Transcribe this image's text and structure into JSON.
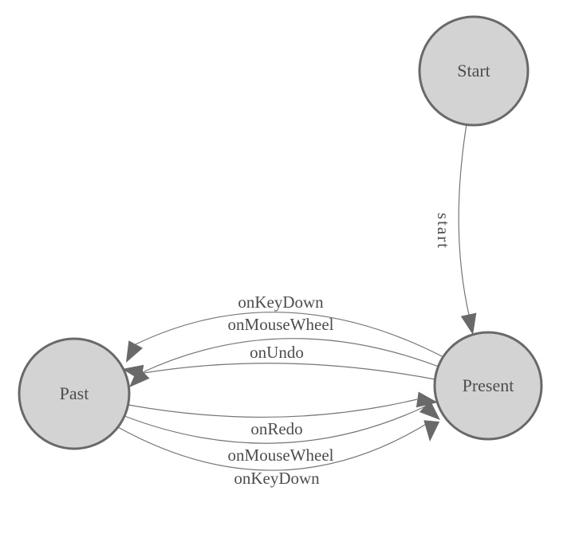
{
  "diagram": {
    "colors": {
      "background": "#ffffff",
      "node_fill": "#d3d3d3",
      "node_stroke": "#696969",
      "edge_line": "#757575",
      "arrow_fill": "#696969",
      "label_text": "#4d4d4d"
    },
    "nodes": [
      {
        "id": "start",
        "label": "Start"
      },
      {
        "id": "present",
        "label": "Present"
      },
      {
        "id": "past",
        "label": "Past"
      }
    ],
    "edges": [
      {
        "from": "Start",
        "to": "Present",
        "label": "start"
      },
      {
        "from": "Present",
        "to": "Past",
        "label": "onKeyDown"
      },
      {
        "from": "Present",
        "to": "Past",
        "label": "onMouseWheel"
      },
      {
        "from": "Present",
        "to": "Past",
        "label": "onUndo"
      },
      {
        "from": "Past",
        "to": "Present",
        "label": "onRedo"
      },
      {
        "from": "Past",
        "to": "Present",
        "label": "onMouseWheel"
      },
      {
        "from": "Past",
        "to": "Present",
        "label": "onKeyDown"
      }
    ]
  }
}
